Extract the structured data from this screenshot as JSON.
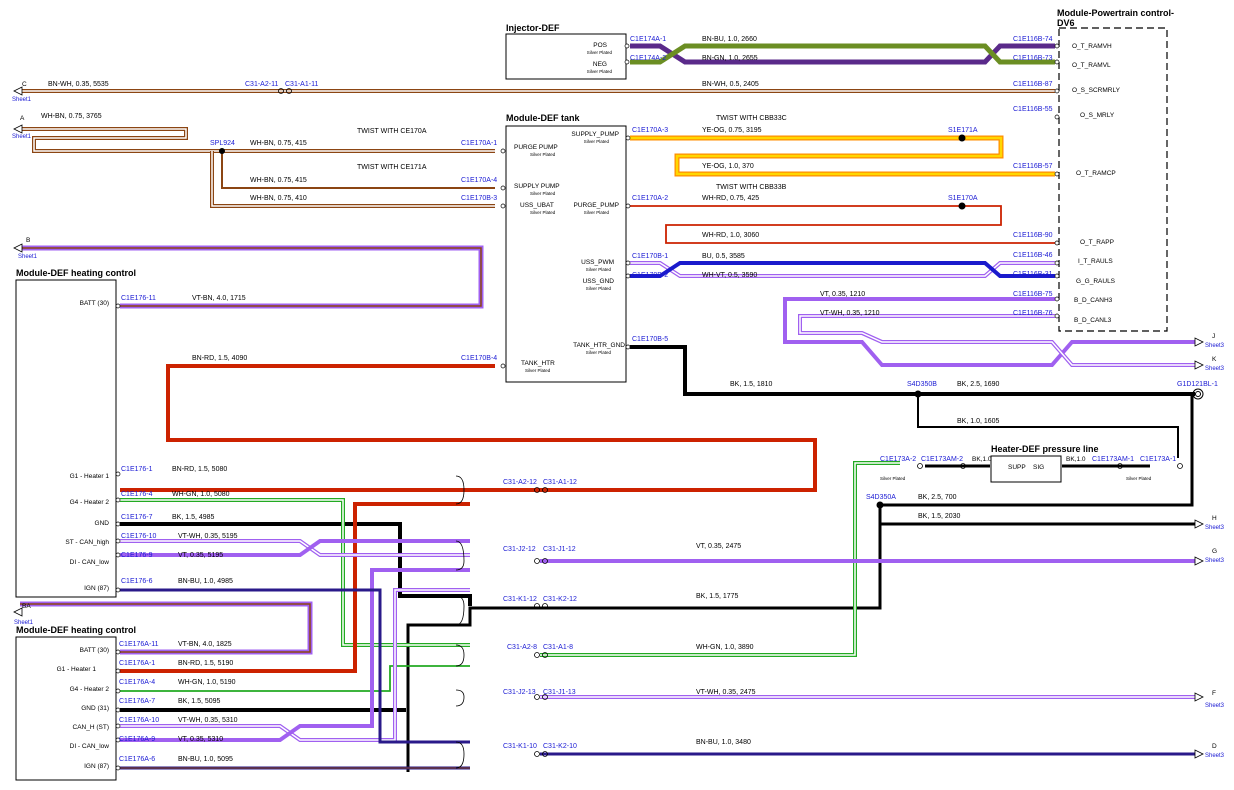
{
  "modules": {
    "injector": {
      "title": "Injector-DEF",
      "pins": [
        "POS",
        "NEG"
      ],
      "plated": "Silver Plated"
    },
    "pcm": {
      "title_line1": "Module-Powertrain control-",
      "title_line2": "DV6",
      "pins": [
        "O_T_RAMVH",
        "O_T_RAMVL",
        "O_S_SCRMRLY",
        "O_S_MRLY",
        "O_T_RAMCP",
        "O_T_RAPP",
        "I_T_RAULS",
        "G_G_RAULS",
        "B_D_CANH3",
        "B_D_CANL3"
      ]
    },
    "tank": {
      "title": "Module-DEF tank",
      "left_pins": [
        "PURGE PUMP",
        "SUPPLY PUMP",
        "USS_UBAT",
        "TANK_HTR"
      ],
      "right_pins": [
        "SUPPLY_PUMP",
        "PURGE_PUMP",
        "USS_PWM",
        "USS_GND",
        "TANK_HTR_GND"
      ],
      "plated": "Silver Plated"
    },
    "heat1": {
      "title": "Module-DEF heating control",
      "pins": [
        "BATT (30)",
        "G1 - Heater 1",
        "G4 - Heater 2",
        "GND",
        "ST - CAN_high",
        "DI - CAN_low",
        "IGN (87)"
      ]
    },
    "heat2": {
      "title": "Module-DEF heating control",
      "pins": [
        "BATT (30)",
        "G1 - Heater 1",
        "G4 - Heater 2",
        "GND (31)",
        "CAN_H (ST)",
        "DI - CAN_low",
        "IGN (87)"
      ]
    },
    "pressure": {
      "title": "Heater-DEF pressure line",
      "pins": [
        "SUPP",
        "SIG"
      ]
    }
  },
  "connectors": {
    "inj": [
      "C1E174A-1",
      "C1E174A-2"
    ],
    "pcm": [
      "C1E116B-74",
      "C1E116B-73",
      "C1E116B-87",
      "C1E116B-55",
      "C1E116B-57",
      "C1E116B-90",
      "C1E116B-46",
      "C1E116B-31",
      "C1E116B-75",
      "C1E116B-76"
    ],
    "tank_left": [
      "C1E170A-1",
      "C1E170A-4",
      "C1E170B-3",
      "C1E170B-4"
    ],
    "tank_right": [
      "C1E170A-3",
      "C1E170A-2",
      "C1E170B-1",
      "C1E170B-2",
      "C1E170B-5"
    ],
    "splices": [
      "S1E171A",
      "S1E170A",
      "SPL924",
      "S4D350B",
      "S4D350A",
      "G1D121BL-1"
    ],
    "inline": [
      "C31-A2-11",
      "C31-A1-11",
      "C31-A2-12",
      "C31-A1-12",
      "C31-J2-12",
      "C31-J1-12",
      "C31-K1-12",
      "C31-K2-12",
      "C31-A2-8",
      "C31-A1-8",
      "C31-J2-13",
      "C31-J1-13",
      "C31-K1-10",
      "C31-K2-10"
    ],
    "heat1": [
      "C1E176-11",
      "C1E176-1",
      "C1E176-4",
      "C1E176-7",
      "C1E176-10",
      "C1E176-9",
      "C1E176-6"
    ],
    "heat2": [
      "C1E176A-11",
      "C1E176A-1",
      "C1E176A-4",
      "C1E176A-7",
      "C1E176A-10",
      "C1E176A-9",
      "C1E176A-6"
    ],
    "pressure": [
      "C1E173A-2",
      "C1E173AM-2",
      "C1E173AM-1",
      "C1E173A-1"
    ],
    "pressure_wire": [
      "BK,1.0",
      "BK,1.0"
    ]
  },
  "wires": {
    "inj_pos": "BN-BU,  1.0,  2660",
    "inj_neg": "BN-GN,  1.0,  2655",
    "c_line": "BN-WH,  0.35,  5535",
    "c_right": "BN-WH,  0.5,  2405",
    "a_line": "WH-BN,  0.75,  3765",
    "twist1": "TWIST WITH CE170A",
    "w415a": "WH-BN,  0.75,  415",
    "twist2": "TWIST WITH CE171A",
    "w415b": "WH-BN,  0.75,  415",
    "w410": "WH-BN,  0.75,  410",
    "twist3": "TWIST WITH CBB33C",
    "yeog1": "YE-OG,  0.75,  3195",
    "yeog2": "YE-OG,  1.0,  370",
    "twist4": "TWIST WITH CBB33B",
    "whrd1": "WH-RD,  0.75,  425",
    "whrd2": "WH-RD,  1.0,  3060",
    "bu": "BU,  0.5,  3585",
    "whvt": "WH-VT,  0.5,  3590",
    "vt1": "VT,  0.35,  1210",
    "vtwh1": "VT-WH,  0.35,  1210",
    "batt": "VT-BN,  4.0,  1715",
    "bnrd_tank": "BN-RD,  1.5,  4090",
    "bk1810": "BK,  1.5,  1810",
    "bk1690": "BK,  2.5,  1690",
    "bk1605": "BK,  1.0,  1605",
    "bk700": "BK,  2.5,  700",
    "bk2030": "BK,  1.5,  2030",
    "h1_heater1": "BN-RD,  1.5,  5080",
    "h1_heater2": "WH-GN,  1.0,  5080",
    "h1_gnd": "BK,  1.5,  4985",
    "h1_canh": "VT-WH,  0.35,  5195",
    "h1_canl": "VT,  0.35,  5195",
    "h1_ign": "BN-BU,  1.0,  4985",
    "vt2475": "VT,  0.35,  2475",
    "bk1775": "BK,  1.5,  1775",
    "whgn3890": "WH-GN,  1.0,  3890",
    "vtwh2475": "VT-WH,  0.35,  2475",
    "bnbu3480": "BN-BU,  1.0,  3480",
    "h2_batt": "VT-BN,  4.0,  1825",
    "h2_heater1": "BN-RD,  1.5,  5190",
    "h2_heater2": "WH-GN,  1.0,  5190",
    "h2_gnd": "BK,  1.5,  5095",
    "h2_canh": "VT-WH,  0.35,  5310",
    "h2_canl": "VT,  0.35,  5310",
    "h2_ign": "BN-BU,  1.0,  5095"
  },
  "offsheet": {
    "left": [
      {
        "letter": "C",
        "sheet": "Sheet1"
      },
      {
        "letter": "A",
        "sheet": "Sheet1"
      },
      {
        "letter": "B",
        "sheet": "Sheet1"
      },
      {
        "letter": "BA",
        "sheet": "Sheet1"
      }
    ],
    "right": [
      {
        "letter": "J",
        "sheet": "Sheet3"
      },
      {
        "letter": "K",
        "sheet": "Sheet3"
      },
      {
        "letter": "H",
        "sheet": "Sheet3"
      },
      {
        "letter": "G",
        "sheet": "Sheet3"
      },
      {
        "letter": "F",
        "sheet": "Sheet3"
      },
      {
        "letter": "D",
        "sheet": "Sheet3"
      }
    ]
  },
  "colors": {
    "bk": "#000000",
    "brown": "#8b4513",
    "red": "#cc2200",
    "violet": "#a060f0",
    "blue": "#1a1acc",
    "green": "#22aa22",
    "olive": "#6b8e23",
    "yellow": "#ffd700",
    "orange": "#ff8c00",
    "connector_text": "#1a1ad4"
  }
}
